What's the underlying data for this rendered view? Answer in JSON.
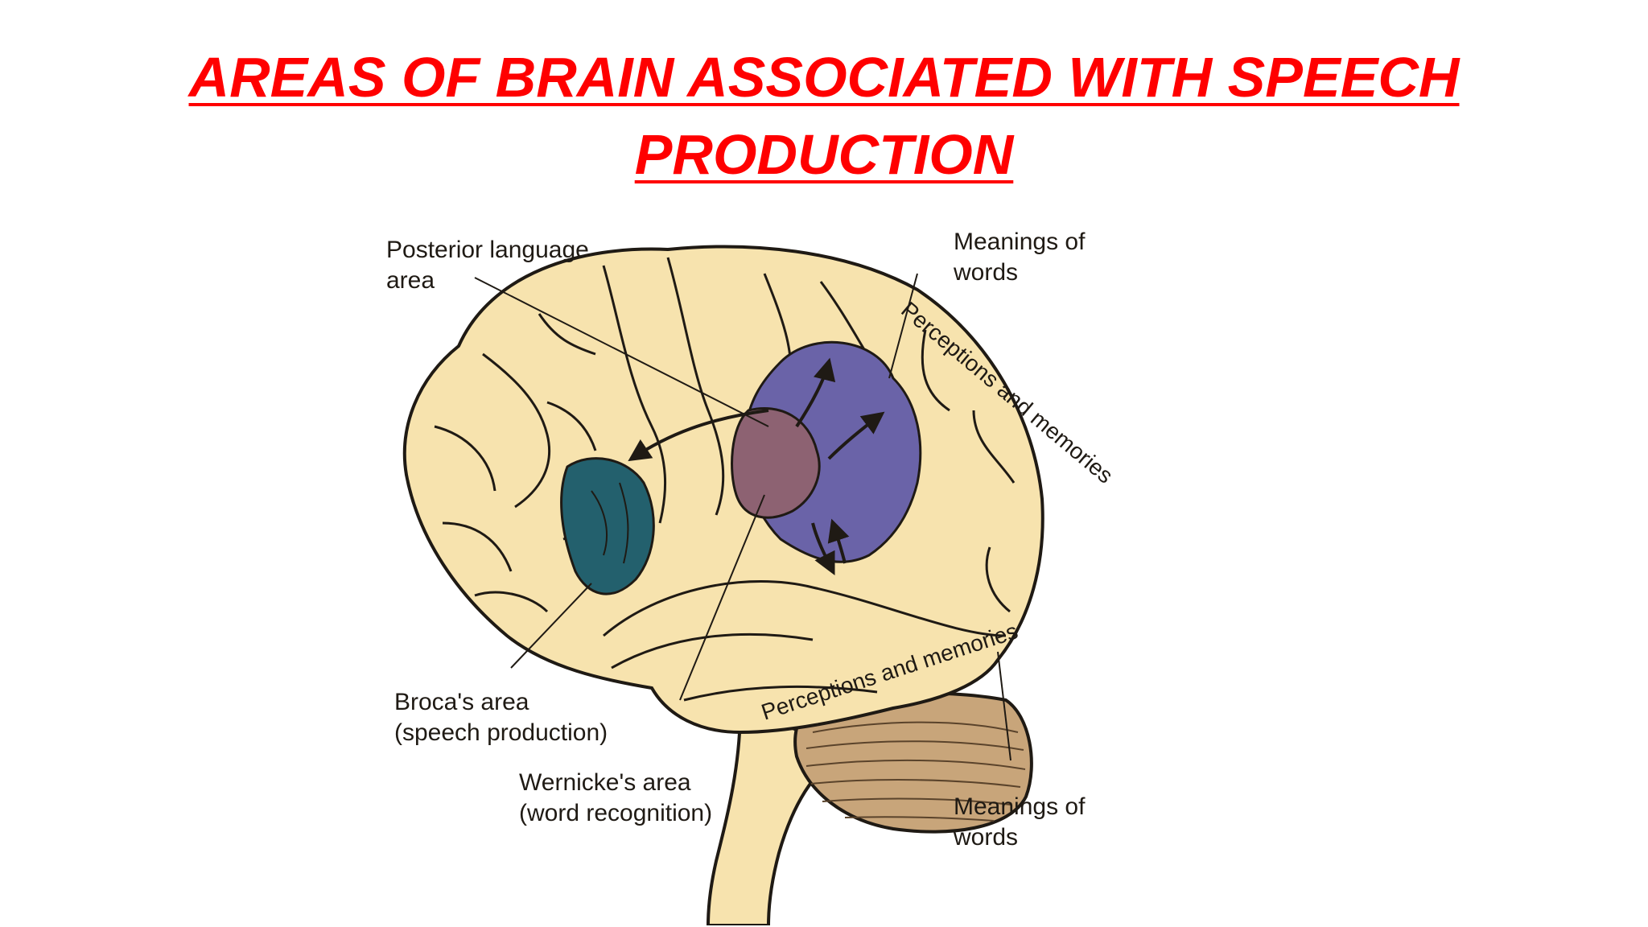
{
  "title": {
    "line1": "AREAS OF BRAIN ASSOCIATED WITH SPEECH",
    "line2": "PRODUCTION"
  },
  "labels": {
    "posterior": {
      "line1": "Posterior language",
      "line2": "area"
    },
    "meanings_top": {
      "line1": "Meanings of",
      "line2": "words"
    },
    "perceptions_upper": "Perceptions and memories",
    "perceptions_lower": "Perceptions and memories",
    "broca": {
      "line1": "Broca's area",
      "line2": "(speech production)"
    },
    "wernicke": {
      "line1": "Wernicke's area",
      "line2": "(word recognition)"
    },
    "meanings_bottom": {
      "line1": "Meanings of",
      "line2": "words"
    }
  },
  "colors": {
    "title": "#ff0000",
    "brain": "#f7e3ae",
    "outline": "#1f1a14",
    "broca_region": "#23606d",
    "posterior_region": "#6a63a8",
    "wernicke_region": "#8d6272",
    "cerebellum": "#c8a57a"
  }
}
